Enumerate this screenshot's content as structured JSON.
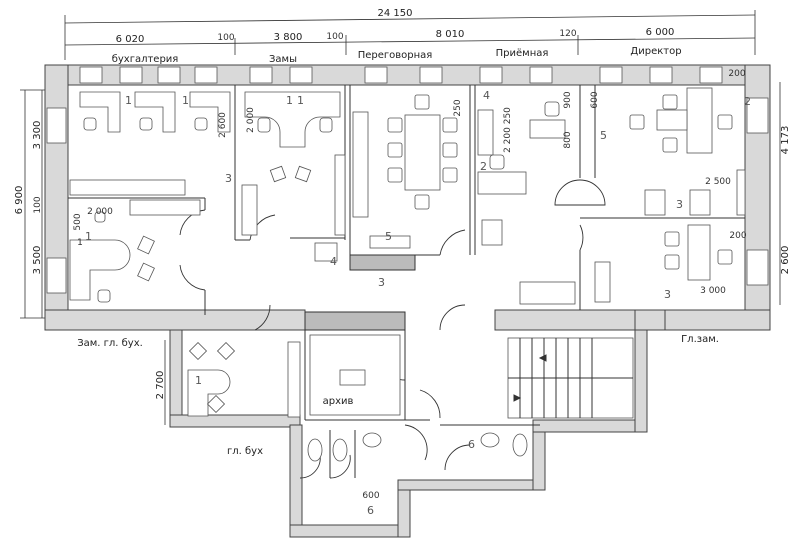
{
  "dimensions": {
    "total_width": "24 150",
    "segments": [
      "6 020",
      "100",
      "3 800",
      "100",
      "8 010",
      "120",
      "6 000"
    ],
    "left_total": "6 900",
    "left_segments": [
      "3 300",
      "100",
      "3 500"
    ],
    "right_segments": [
      "4 173",
      "2 600"
    ],
    "gl_buh_height": "2 700",
    "corner_top": "200",
    "corner_mid": "200",
    "interior": {
      "buh_cab": "2 600",
      "zamy_cab": "2 000",
      "zam_gl_buh_w": "2 000",
      "zam_gl_buh_h": "500",
      "zam_gl_buh_h2": "1",
      "negot_250": "250",
      "reception": "2 200 250",
      "reception_900": "900",
      "reception_600": "600",
      "reception_800": "800",
      "director_2500": "2 500",
      "gl_zam_3000": "3 000",
      "toilet_600": "600"
    }
  },
  "rooms": {
    "accounting": "бухгалтерия",
    "deputies": "Замы",
    "meeting": "Переговорная",
    "reception": "Приёмная",
    "director": "Директор",
    "deputy_chief_accountant": "Зам. гл. бух.",
    "chief_deputy": "Гл.зам.",
    "chief_accountant": "гл. бух",
    "archive": "архив"
  },
  "markers": {
    "m1a": "1",
    "m1b": "1",
    "m1c": "1",
    "m1d": "1",
    "m1e": "1",
    "m1f": "1",
    "m2a": "2",
    "m2b": "2",
    "m3a": "3",
    "m3b": "3",
    "m3c": "3",
    "m3d": "3",
    "m4a": "4",
    "m4b": "4",
    "m5a": "5",
    "m5b": "5",
    "m6a": "6",
    "m6b": "6"
  }
}
